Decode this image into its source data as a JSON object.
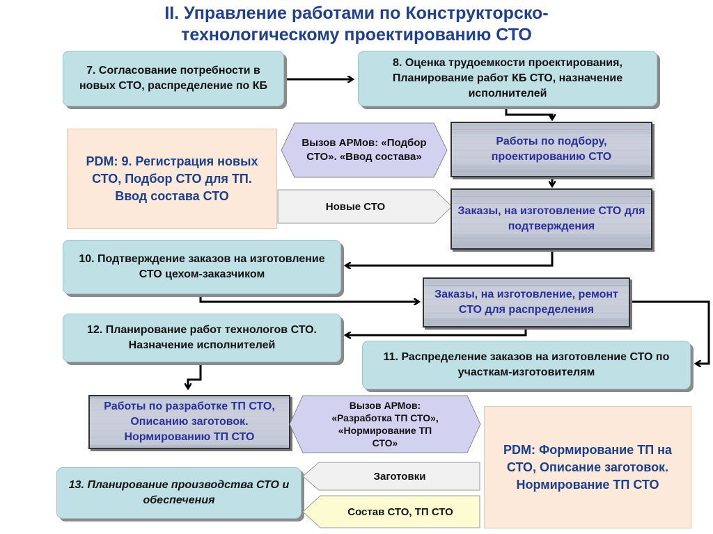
{
  "title": {
    "line1": "II. Управление работами по Конструкторско-",
    "line2": "технологическому проектированию СТО"
  },
  "boxes": {
    "b7": "7. Согласование потребности в новых СТО, распределение по КБ",
    "b8": "8. Оценка трудоемкости проектирования, Планирование работ КБ СТО, назначение исполнителей",
    "pdm9": "PDM: 9. Регистрация новых СТО, Подбор СТО для ТП. Ввод состава СТО",
    "shot_selection": "Работы по подбору, проектированию СТО",
    "shot_orders_confirm": "Заказы, на изготовление СТО для подтверждения",
    "b10": "10. Подтверждение заказов на изготовление СТО цехом-заказчиком",
    "shot_orders_distribute": "Заказы, на изготовление, ремонт СТО для распределения",
    "b12": "12. Планирование работ технологов СТО. Назначение исполнителей",
    "b11": "11. Распределение заказов на изготовление СТО по участкам-изготовителям",
    "shot_tp": "Работы по разработке ТП СТО, Описанию заготовок. Нормированию ТП СТО",
    "pdm_form": "PDM: Формирование ТП на СТО, Описание заготовок. Нормирование ТП СТО",
    "b13": "13. Планирование производства СТО и обеспечения"
  },
  "arrows": {
    "arm_selection": "Вызов АРМов: «Подбор СТО». «Ввод состава»",
    "new_sto": "Новые СТО",
    "arm_tp": "Вызов АРМов: «Разработка ТП СТО», «Нормирование ТП СТО»",
    "blanks": "Заготовки",
    "composition": "Состав СТО, ТП СТО"
  },
  "colors": {
    "title": "#1f3f8f",
    "teal_box": "#bfe0e4",
    "peach_box": "#fce9d9",
    "lavender_arrow": "#d2d2f0",
    "grey_arrow": "#f0f0f0",
    "yellow_arrow": "#fdfbd2",
    "screenshot_text": "#2a2fa0",
    "pdm_text": "#1a3f8e"
  }
}
